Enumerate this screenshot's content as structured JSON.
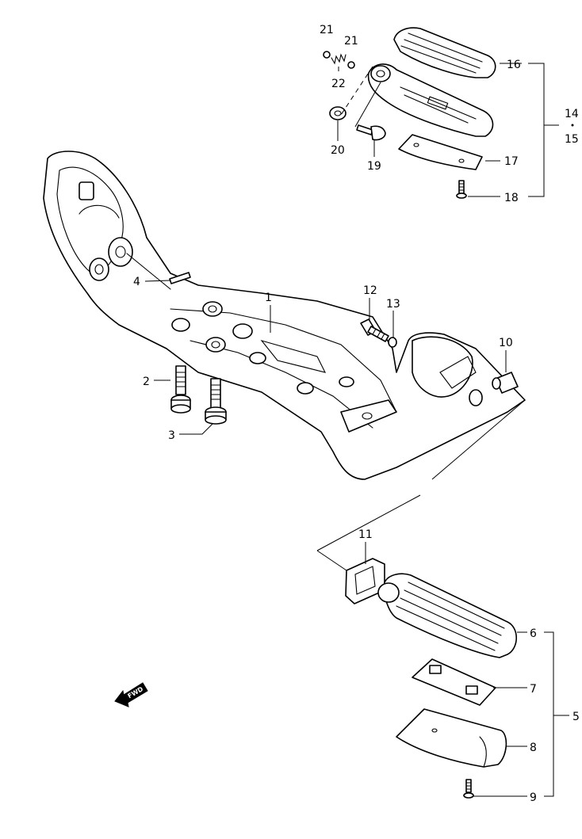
{
  "callouts": {
    "c1": "1",
    "c2": "2",
    "c3": "3",
    "c4": "4",
    "c5": "5",
    "c6": "6",
    "c7": "7",
    "c8": "8",
    "c9": "9",
    "c10": "10",
    "c11": "11",
    "c12": "12",
    "c13": "13",
    "c14": "14",
    "c15": "15",
    "c16": "16",
    "c17": "17",
    "c18": "18",
    "c19": "19",
    "c20": "20",
    "c21a": "21",
    "c21b": "21",
    "c22": "22"
  },
  "fwd_label": "FWD"
}
